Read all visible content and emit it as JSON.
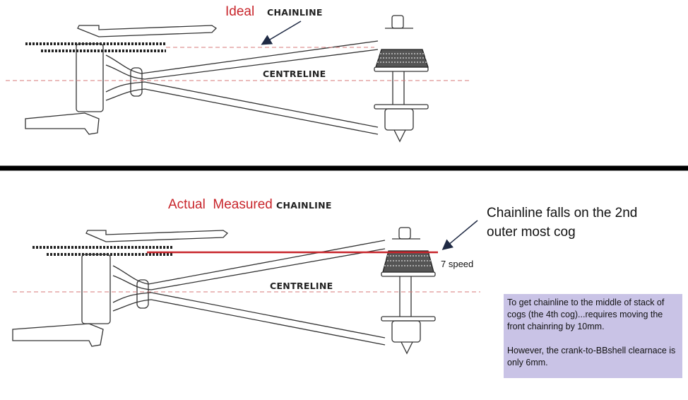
{
  "top_panel": {
    "title": "Ideal",
    "chainline_label": "CHAINLINE",
    "centreline_label": "CENTRELINE"
  },
  "bottom_panel": {
    "title": "Actual  Measured",
    "chainline_label": "CHAINLINE",
    "centreline_label": "CENTRELINE",
    "callout_line1": "Chainline falls on the 2nd",
    "callout_line2": "outer most cog",
    "speed_label": "7 speed",
    "note_paragraph1": "To get chainline to the middle of stack of cogs (the 4th cog)...requires moving the front chainring by 10mm.",
    "note_paragraph2": "However, the crank-to-BBshell clearnace is only 6mm."
  },
  "colors": {
    "title_red": "#c8252b",
    "chainline_red": "#c8252b",
    "dashed_line": "#d77a7a",
    "divider": "#000000",
    "note_background": "#c9c3e6",
    "arrow": "#1f2a44"
  }
}
